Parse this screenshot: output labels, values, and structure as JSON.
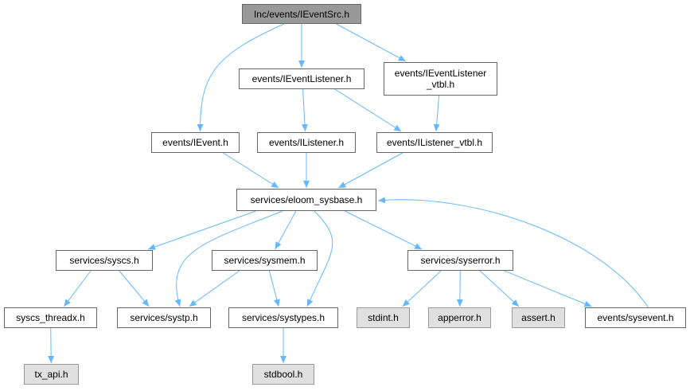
{
  "colors": {
    "edge": "#63b8ff",
    "root_fill": "#999999",
    "external_fill": "#e0e0e0",
    "border": "#666666"
  },
  "nodes": {
    "root": "Inc/events/IEventSrc.h",
    "ievent_listener": "events/IEventListener.h",
    "ievent_listener_vtbl": "events/IEventListener\n_vtbl.h",
    "ievent": "events/IEvent.h",
    "ilistener": "events/IListener.h",
    "ilistener_vtbl": "events/IListener_vtbl.h",
    "eloom_sysbase": "services/eloom_sysbase.h",
    "syscs": "services/syscs.h",
    "sysmem": "services/sysmem.h",
    "syserror": "services/syserror.h",
    "syscs_threadx": "syscs_threadx.h",
    "systp": "services/systp.h",
    "systypes": "services/systypes.h",
    "stdint": "stdint.h",
    "apperror": "apperror.h",
    "assert": "assert.h",
    "sysevent": "events/sysevent.h",
    "tx_api": "tx_api.h",
    "stdbool": "stdbool.h"
  },
  "edges": [
    [
      "root",
      "ievent_listener"
    ],
    [
      "root",
      "ievent_listener_vtbl"
    ],
    [
      "root",
      "ievent"
    ],
    [
      "ievent_listener",
      "ilistener"
    ],
    [
      "ievent_listener",
      "ilistener_vtbl"
    ],
    [
      "ievent_listener_vtbl",
      "ilistener_vtbl"
    ],
    [
      "ievent",
      "eloom_sysbase"
    ],
    [
      "ilistener",
      "eloom_sysbase"
    ],
    [
      "ilistener_vtbl",
      "eloom_sysbase"
    ],
    [
      "eloom_sysbase",
      "syscs"
    ],
    [
      "eloom_sysbase",
      "systp"
    ],
    [
      "eloom_sysbase",
      "sysmem"
    ],
    [
      "eloom_sysbase",
      "systypes"
    ],
    [
      "eloom_sysbase",
      "syserror"
    ],
    [
      "syscs",
      "syscs_threadx"
    ],
    [
      "syscs",
      "systp"
    ],
    [
      "sysmem",
      "systp"
    ],
    [
      "sysmem",
      "systypes"
    ],
    [
      "syserror",
      "stdint"
    ],
    [
      "syserror",
      "apperror"
    ],
    [
      "syserror",
      "assert"
    ],
    [
      "syserror",
      "sysevent"
    ],
    [
      "sysevent",
      "eloom_sysbase"
    ],
    [
      "syscs_threadx",
      "tx_api"
    ],
    [
      "systypes",
      "stdbool"
    ]
  ]
}
